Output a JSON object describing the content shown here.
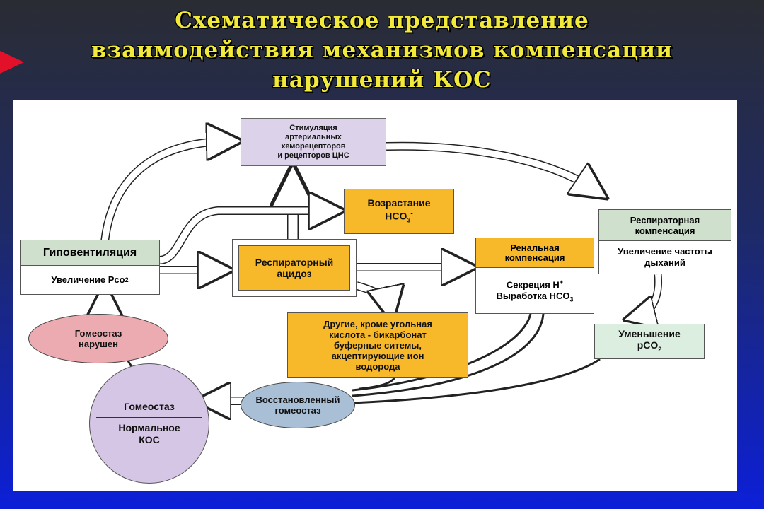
{
  "title": {
    "line1": "Схематическое представление",
    "line2": "взаимодействия механизмов компенсации",
    "line3": "нарушений КОС"
  },
  "colors": {
    "title": "#f2ea3a",
    "marker": "#e3102a",
    "purple_box": "#dcd3ea",
    "orange_box": "#f7b82a",
    "green_header": "#cfe1cc",
    "pink_ellipse": "#ecabb0",
    "blue_ellipse": "#a9bfd6",
    "circle": "#d6c6e6"
  },
  "nodes": {
    "stimulation": [
      "Стимуляция",
      "артериальных",
      "хеморецепторов",
      "и рецепторов ЦНС"
    ],
    "hco3_increase": {
      "line1": "Возрастание",
      "line2": "HCO",
      "sub": "3",
      "sup": "-"
    },
    "hypoventilation": {
      "header": "Гиповентиляция",
      "body": "Увеличение Pco",
      "sub": "2"
    },
    "resp_acidosis": [
      "Респираторный",
      "ацидоз"
    ],
    "renal": {
      "header1": "Ренальная",
      "header2": "компенсация",
      "body1": "Секреция H",
      "sup": "+",
      "body2": "Выработка HCO",
      "sub": "3"
    },
    "resp_comp": {
      "header1": "Респираторная",
      "header2": "компенсация",
      "body1": "Увеличение частоты",
      "body2": "дыханий"
    },
    "other_buffers": [
      "Другие, кроме угольная",
      "кислота - бикарбонат",
      "буферные ситемы,",
      "акцептирующие ион",
      "водорода"
    ],
    "pco2_decrease": {
      "line1": "Уменьшение",
      "line2": "pCO",
      "sub": "2"
    },
    "homeostasis_disturbed": [
      "Гомеостаз",
      "нарушен"
    ],
    "homeostasis_restored": [
      "Восстановленный",
      "гомеостаз"
    ],
    "homeostasis": {
      "top": "Гомеостаз",
      "bottom1": "Нормальное",
      "bottom2": "КОС"
    }
  }
}
